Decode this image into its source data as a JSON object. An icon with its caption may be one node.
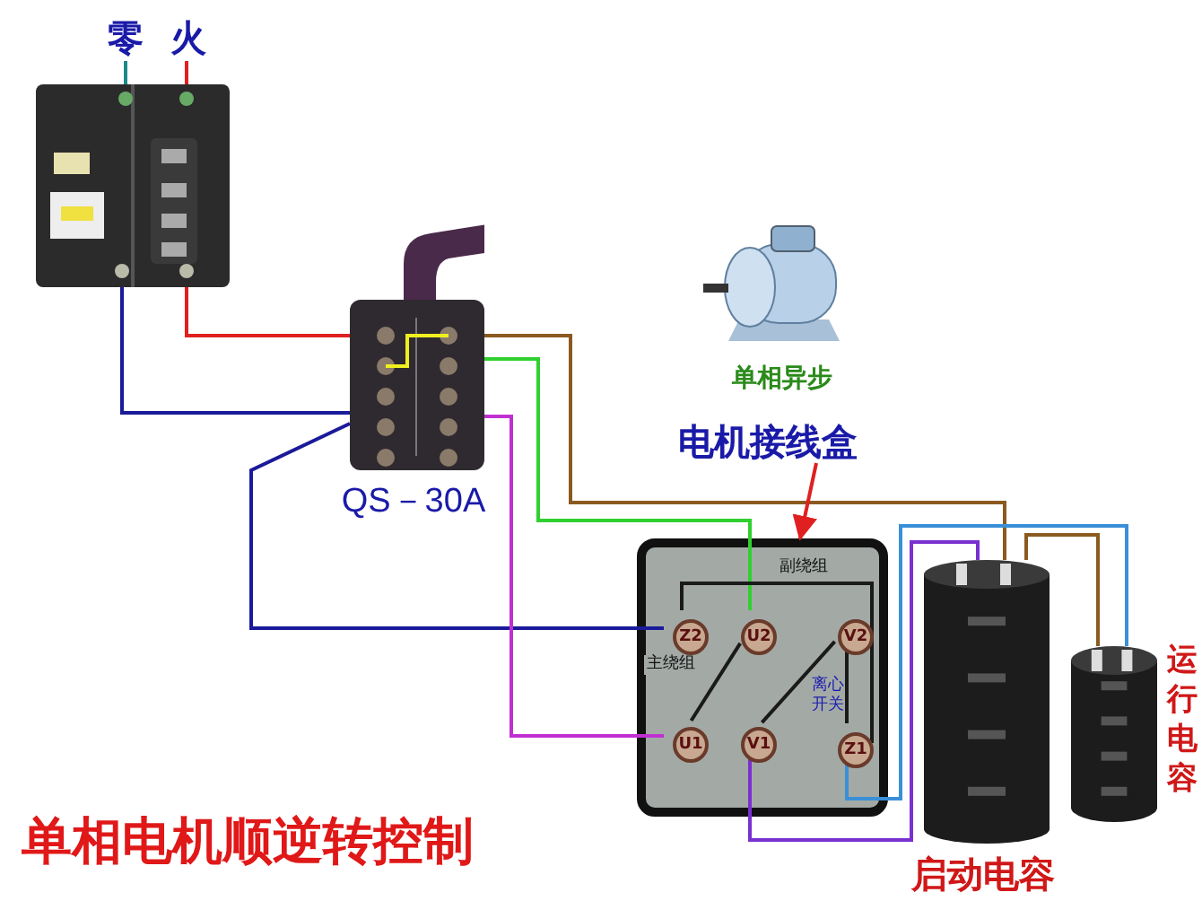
{
  "diagram": {
    "title": "单相电机顺逆转控制",
    "nodes": [
      {
        "text": [
          "零"
        ]
      },
      {
        "text": [
          "火"
        ]
      },
      {
        "text": [],
        "shape": "picture"
      },
      {
        "text": [],
        "shape": "picture",
        "beside": [
          "QS－30A"
        ]
      },
      {
        "text": [
          "电机接线盒"
        ]
      },
      {
        "text": [],
        "shape": "box"
      },
      {
        "text": [
          "Z2"
        ],
        "in": 5
      },
      {
        "text": [
          "U2"
        ],
        "in": 5
      },
      {
        "text": [
          "V2"
        ],
        "in": 5
      },
      {
        "text": [
          "U1"
        ],
        "in": 5
      },
      {
        "text": [
          "V1"
        ],
        "in": 5
      },
      {
        "text": [
          "Z1"
        ],
        "in": 5
      },
      {
        "text": [],
        "shape": "picture",
        "beside": [
          "启动电容"
        ]
      },
      {
        "text": [],
        "shape": "picture",
        "beside": [
          "运行电容"
        ]
      }
    ],
    "edges": [
      {
        "from": 0,
        "to": 2,
        "arrow": "none",
        "color": "#1a8a8a"
      },
      {
        "from": 1,
        "to": 2,
        "arrow": "none",
        "color": "#e02020"
      },
      {
        "from": 2,
        "to": 3,
        "arrow": "none",
        "color": "#e02020"
      },
      {
        "from": 2,
        "to": 3,
        "arrow": "none",
        "color": "#1a1a9a"
      },
      {
        "from": 3,
        "to": 6,
        "arrow": "none",
        "color": "#1a1a9a"
      },
      {
        "from": 3,
        "to": 12,
        "arrow": "none",
        "color": "#8a5a20"
      },
      {
        "from": 12,
        "to": 13,
        "arrow": "none",
        "color": "#8a5a20"
      },
      {
        "from": 3,
        "to": 7,
        "arrow": "none",
        "color": "#30d030"
      },
      {
        "from": 3,
        "to": 9,
        "arrow": "none",
        "color": "#c030d0"
      },
      {
        "from": 10,
        "to": 12,
        "arrow": "none",
        "color": "#7a30d0"
      },
      {
        "from": 11,
        "to": 13,
        "arrow": "none",
        "color": "#3a8fd8"
      },
      {
        "from": 6,
        "to": 11,
        "arrow": "none",
        "label": "副绕组"
      },
      {
        "from": 7,
        "to": 9,
        "arrow": "none",
        "label": "主绕组"
      },
      {
        "from": 10,
        "to": 8,
        "arrow": "none",
        "label": "离心开关"
      },
      {
        "from": 8,
        "to": 11,
        "arrow": "none"
      },
      {
        "from": 4,
        "to": 5,
        "arrow": "to",
        "color": "#e02020"
      }
    ],
    "labels": [
      "单相异步"
    ]
  }
}
